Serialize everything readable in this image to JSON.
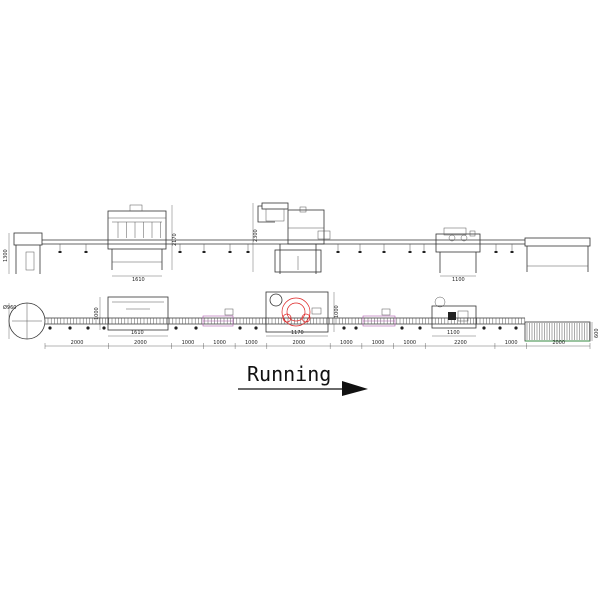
{
  "label": {
    "running": "Running"
  },
  "elevation_dims": {
    "left_height": "1300",
    "filler_height": "2170",
    "filler_width": "1610",
    "capper_height": "2300",
    "labeler_width": "1100"
  },
  "plan_dims": {
    "turntable_dia": "Ø960",
    "filler_depth": "1000",
    "filler_width": "1610",
    "capper_depth": "1000",
    "capper_width": "1170",
    "labeler_width": "1100",
    "accum_depth": "600",
    "bottom_chain": [
      "2000",
      "2000",
      "1000",
      "1000",
      "1000",
      "2000",
      "1000",
      "1000",
      "1000",
      "2200",
      "1000",
      "2000"
    ]
  },
  "colors": {
    "line": "#333333",
    "capper_accent": "#dd2222",
    "transfer_accent": "#b05ab0",
    "accumulator_accent": "#2a9a3a"
  }
}
